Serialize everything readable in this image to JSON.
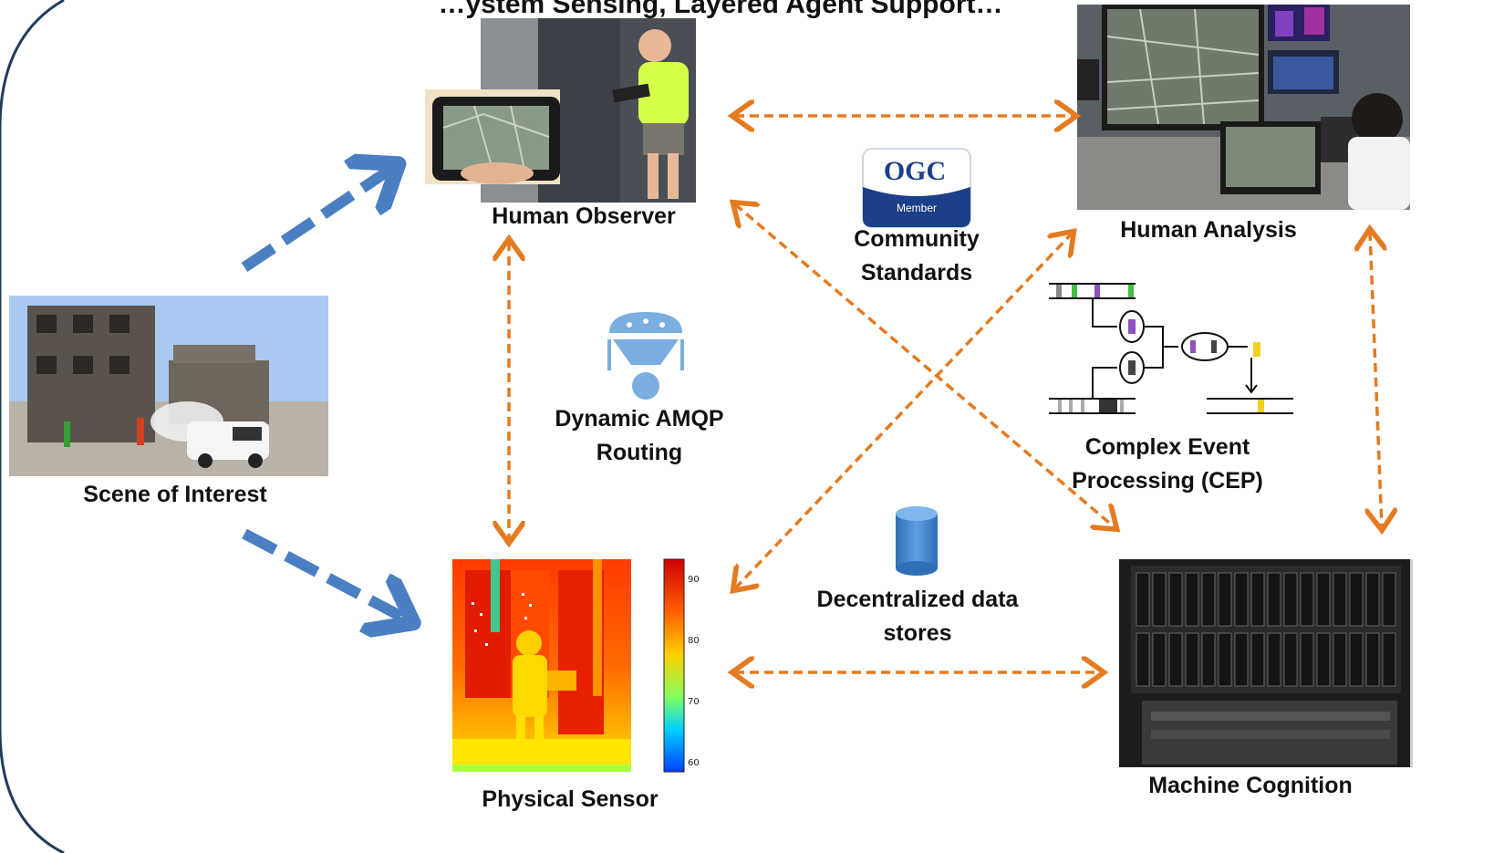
{
  "title": "…ystem Sensing, Layered Agent Support…",
  "nodes": {
    "scene": "Scene of Interest",
    "observer": "Human Observer",
    "analysis": "Human Analysis",
    "sensor": "Physical Sensor",
    "cognition": "Machine Cognition"
  },
  "services": {
    "standards_line1": "Community",
    "standards_line2": "Standards",
    "amqp_line1": "Dynamic AMQP",
    "amqp_line2": "Routing",
    "cep_line1": "Complex Event",
    "cep_line2": "Processing (CEP)",
    "stores_line1": "Decentralized data",
    "stores_line2": "stores"
  },
  "logo": {
    "brand": "OGC",
    "badge": "Member"
  },
  "colorbar": {
    "ticks": [
      "90",
      "80",
      "70",
      "60"
    ]
  },
  "colors": {
    "flow_arrow": "#4a7fc1",
    "link_arrow": "#e57a1f",
    "frame": "#1f3b5c"
  }
}
